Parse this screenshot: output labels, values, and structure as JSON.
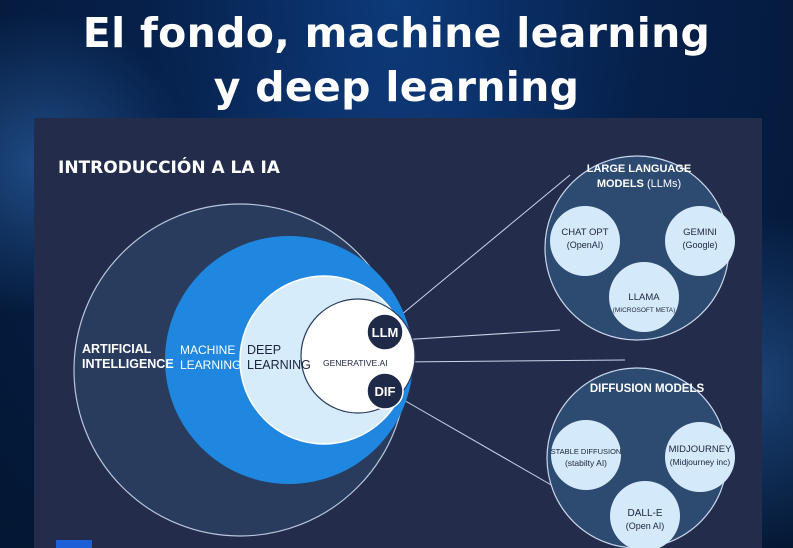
{
  "headline": {
    "line1": "El fondo, machine learning",
    "line2": "y deep learning"
  },
  "panel": {
    "title": "INTRODUCCIÓN A LA IA"
  },
  "nested_circles": {
    "ai_line1": "ARTIFICIAL",
    "ai_line2": "INTELLIGENCE",
    "ml_line1": "MACHINE",
    "ml_line2": "LEARNING",
    "dl_line1": "DEEP",
    "dl_line2": "LEARNING",
    "genai": "GENERATIVE.AI",
    "llm_badge": "LLM",
    "dif_badge": "DIF"
  },
  "llm_group": {
    "title_line1": "LARGE LANGUAGE",
    "title_line2_bold": "MODELS",
    "title_line2_rest": " (LLMs)",
    "items": [
      {
        "name": "CHAT OPT",
        "org": "(OpenAI)"
      },
      {
        "name": "GEMINI",
        "org": "(Google)"
      },
      {
        "name": "LLAMA",
        "org": "(MICROSOFT META)"
      }
    ]
  },
  "diffusion_group": {
    "title": "DIFFUSION MODELS",
    "items": [
      {
        "name": "STABLE DIFFUSION",
        "org": "(stabilty AI)"
      },
      {
        "name": "MIDJOURNEY",
        "org": "(Midjourney inc)"
      },
      {
        "name": "DALL-E",
        "org": "(Open AI)"
      }
    ]
  },
  "colors": {
    "panel_bg": "#232d4b",
    "ai_circle": "#2a3c5e",
    "ml_circle": "#1f87df",
    "dl_circle": "#d7ecfb",
    "genai_circle": "#ffffff",
    "badge": "#1e2a48",
    "group_circle": "#2d4a70",
    "item_circle": "#d4eafa"
  }
}
